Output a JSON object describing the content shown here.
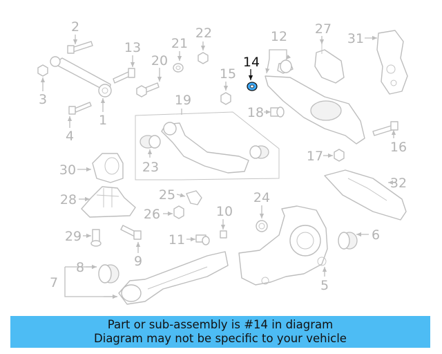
{
  "diagram": {
    "highlighted_part": "14",
    "highlight_color": "#3fa9f5",
    "part_labels": [
      "1",
      "2",
      "3",
      "4",
      "5",
      "6",
      "7",
      "8",
      "9",
      "10",
      "11",
      "12",
      "13",
      "14",
      "15",
      "16",
      "17",
      "18",
      "19",
      "20",
      "21",
      "22",
      "23",
      "24",
      "25",
      "26",
      "27",
      "28",
      "29",
      "30",
      "31",
      "32"
    ]
  },
  "banner": {
    "line1": "Part or sub-assembly is #14 in diagram",
    "line2": "Diagram may not be specific to your vehicle",
    "background": "#4dbcf4"
  }
}
